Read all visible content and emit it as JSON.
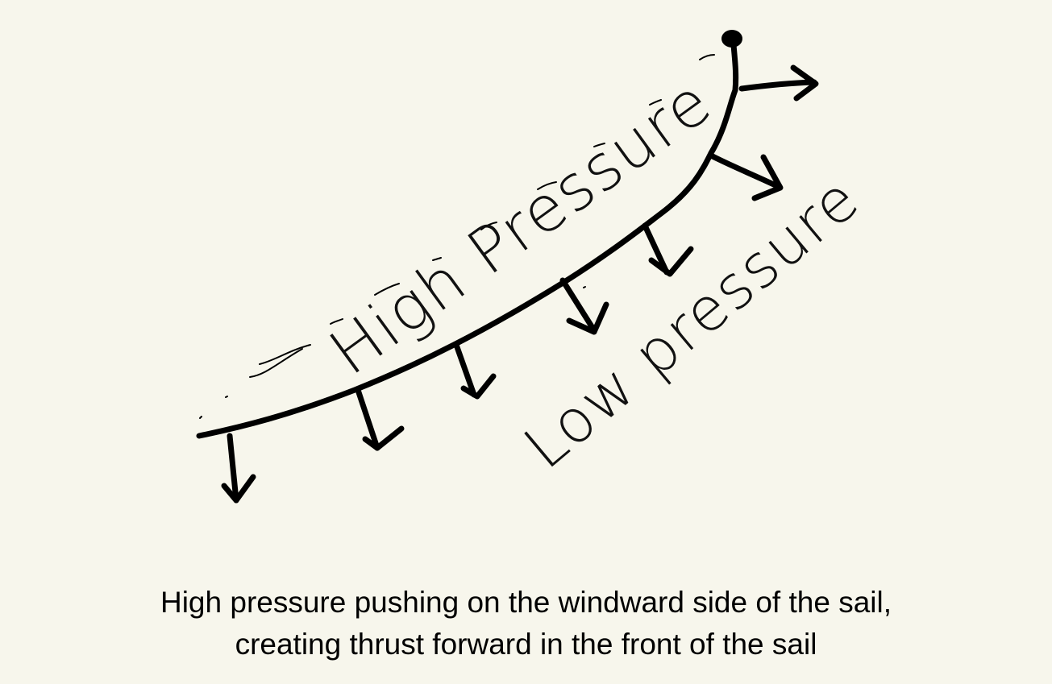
{
  "diagram": {
    "labels": {
      "high": "High Pressure",
      "low": "Low pressure"
    },
    "caption": {
      "line1": "High pressure pushing on the windward side of the sail,",
      "line2": "creating thrust forward in the front of the sail"
    }
  }
}
